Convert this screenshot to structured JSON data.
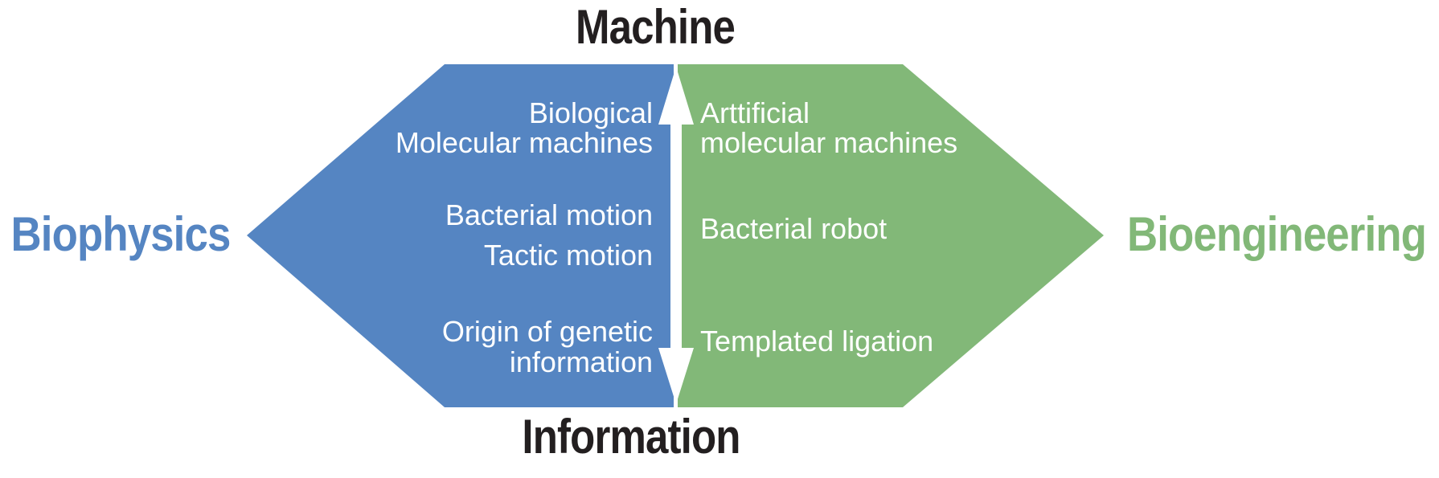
{
  "figure": {
    "top_axis_label": "Machine",
    "bottom_axis_label": "Information",
    "left_field_label": "Biophysics",
    "right_field_label": "Bioengineering"
  },
  "colors": {
    "biophysics_blue": "#5585c2",
    "bioengineering_green": "#82b878",
    "axis_text_black": "#231f20",
    "topic_text_white": "#ffffff"
  },
  "biophysics_topics": [
    {
      "line1": "Biological",
      "line2": "Molecular machines"
    },
    {
      "line1": "Bacterial motion",
      "line2": "Tactic motion"
    },
    {
      "line1": "Origin of genetic",
      "line2": "information"
    }
  ],
  "bioengineering_topics": [
    {
      "line1": "Arttificial",
      "line2": "molecular machines"
    },
    {
      "line1": "Bacterial robot"
    },
    {
      "line1": "Templated ligation"
    }
  ]
}
